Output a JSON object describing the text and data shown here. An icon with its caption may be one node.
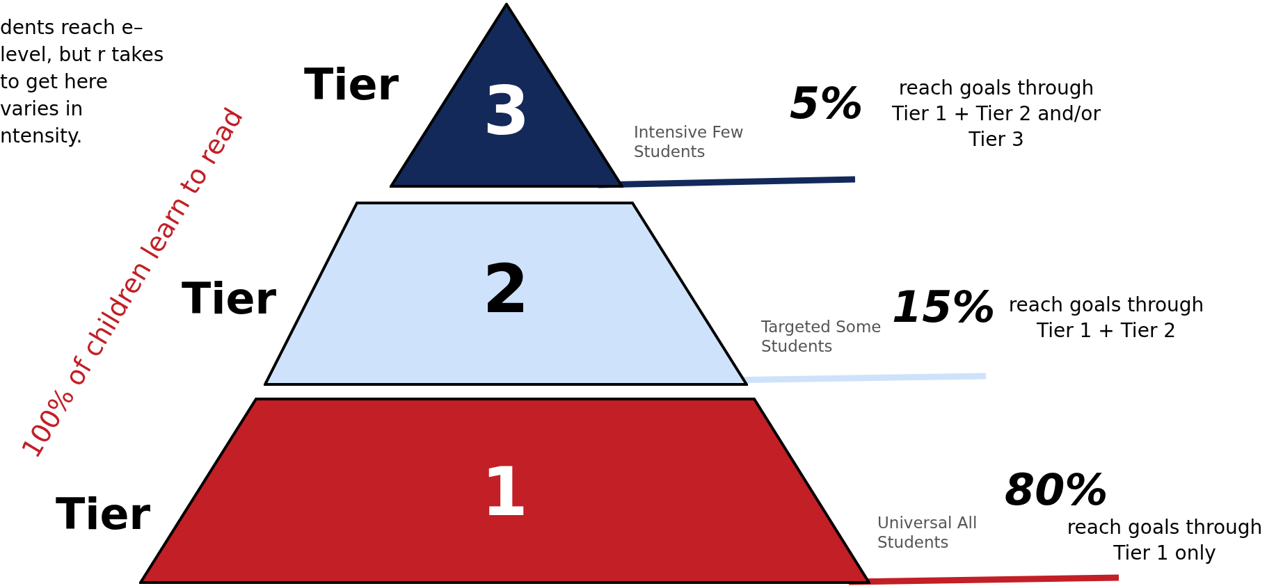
{
  "diagram": {
    "nodes": [
      {
        "text": [
          "3"
        ],
        "beside": [
          "Tier"
        ]
      },
      {
        "text": [
          "2"
        ],
        "beside": [
          "Tier"
        ]
      },
      {
        "text": [
          "1"
        ],
        "beside": [
          "Tier"
        ]
      }
    ],
    "labels": [
      "dents reach e– level, but r takes to get here varies in ntensity.",
      "100% of children learn to read",
      "Intensive Few Students",
      "5%",
      "reach goals through Tier 1 + Tier 2 and/or Tier 3",
      "Targeted Some Students",
      "15%",
      "reach goals through Tier 1 + Tier 2",
      "Universal All Students",
      "80%",
      "reach goals through Tier 1 only"
    ]
  }
}
